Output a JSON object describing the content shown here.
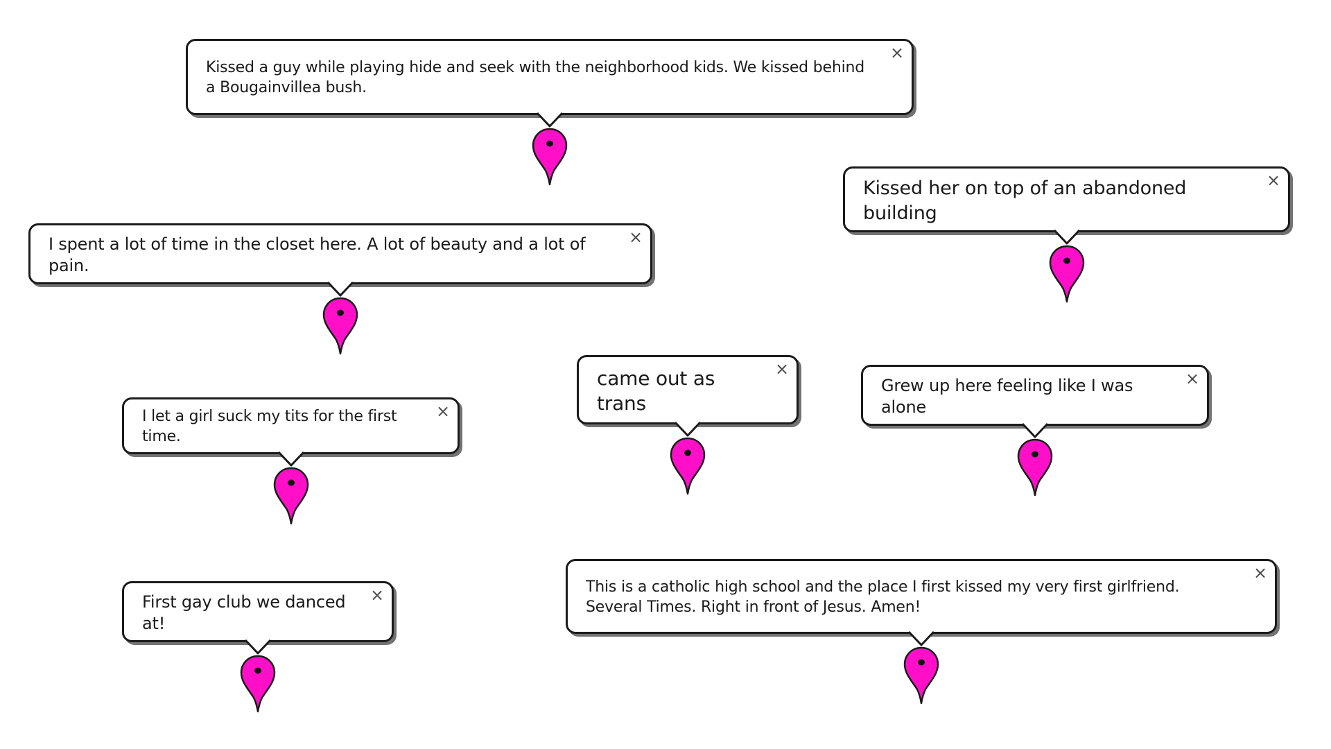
{
  "pins": [
    {
      "text": "Kissed a guy while playing hide and seek with the neighborhood kids. We kissed behind a Bougainvillea bush.",
      "close_label": "×"
    },
    {
      "text": "Kissed her on top of an abandoned building",
      "close_label": "×"
    },
    {
      "text": "I spent a lot of time in the closet here. A lot of beauty and a lot of pain.",
      "close_label": "×"
    },
    {
      "text": "came out as trans",
      "close_label": "×"
    },
    {
      "text": "Grew up here feeling like I was alone",
      "close_label": "×"
    },
    {
      "text": "I let a girl suck my tits for the first time.",
      "close_label": "×"
    },
    {
      "text": "First gay club we danced at!",
      "close_label": "×"
    },
    {
      "text": "This is a catholic high school and the place I first kissed my very first girlfriend. Several Times. Right in front of Jesus. Amen!",
      "close_label": "×"
    }
  ],
  "colors": {
    "pin_fill": "#ff10c8",
    "pin_outline": "#1a1a1a",
    "popup_border": "#1b1b1b",
    "background": "#ffffff"
  },
  "icons": {
    "marker": "map-pin-icon",
    "close": "close-icon"
  }
}
